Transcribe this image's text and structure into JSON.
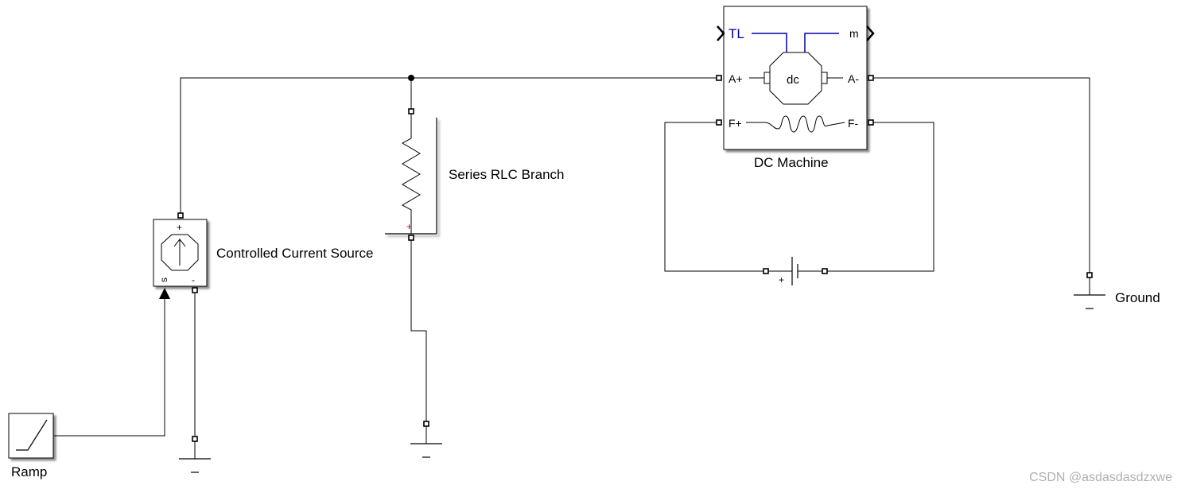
{
  "blocks": {
    "ramp": {
      "label": "Ramp"
    },
    "current_source": {
      "label": "Controlled Current Source",
      "plus": "+",
      "minus": "-",
      "signal": "s"
    },
    "rlc": {
      "label": "Series RLC Branch",
      "plus": "+"
    },
    "dc_machine": {
      "label": "DC Machine",
      "center": "dc",
      "ports": {
        "tl": "TL",
        "m": "m",
        "a_plus": "A+",
        "a_minus": "A-",
        "f_plus": "F+",
        "f_minus": "F-"
      }
    },
    "battery": {
      "plus": "+"
    },
    "ground": {
      "label": "Ground"
    }
  },
  "watermark": "CSDN @asdasdasdzxwe",
  "colors": {
    "wire": "#000000",
    "tl_port": "#0000aa",
    "rlc_plus": "#cc0000",
    "watermark": "#b0b0b0"
  }
}
